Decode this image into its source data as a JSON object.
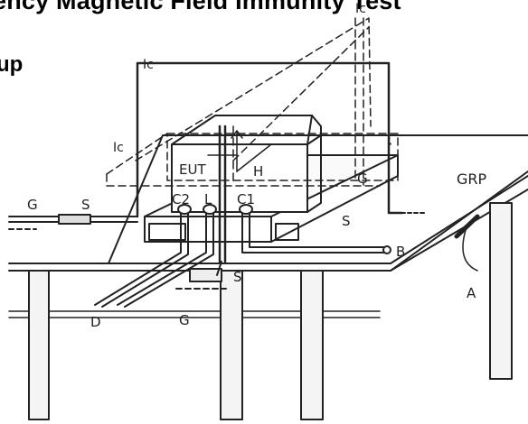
{
  "title": "ency Magnetic Field Immunity Test",
  "subtitle": "up",
  "labels": {
    "ic_top": "Ic",
    "ic_right": "Ic",
    "ic_left": "Ic",
    "eut": "EUT",
    "h": "H",
    "grp": "GRP",
    "g_left": "G",
    "s_left": "S",
    "g_right": "G",
    "s_table": "S",
    "s_bottom": "S",
    "g_bottom": "G",
    "c2": "C2",
    "l": "L",
    "c1": "C1",
    "b": "B",
    "d": "D",
    "a": "A"
  },
  "colors": {
    "ink": "#222222",
    "background": "#ffffff"
  }
}
